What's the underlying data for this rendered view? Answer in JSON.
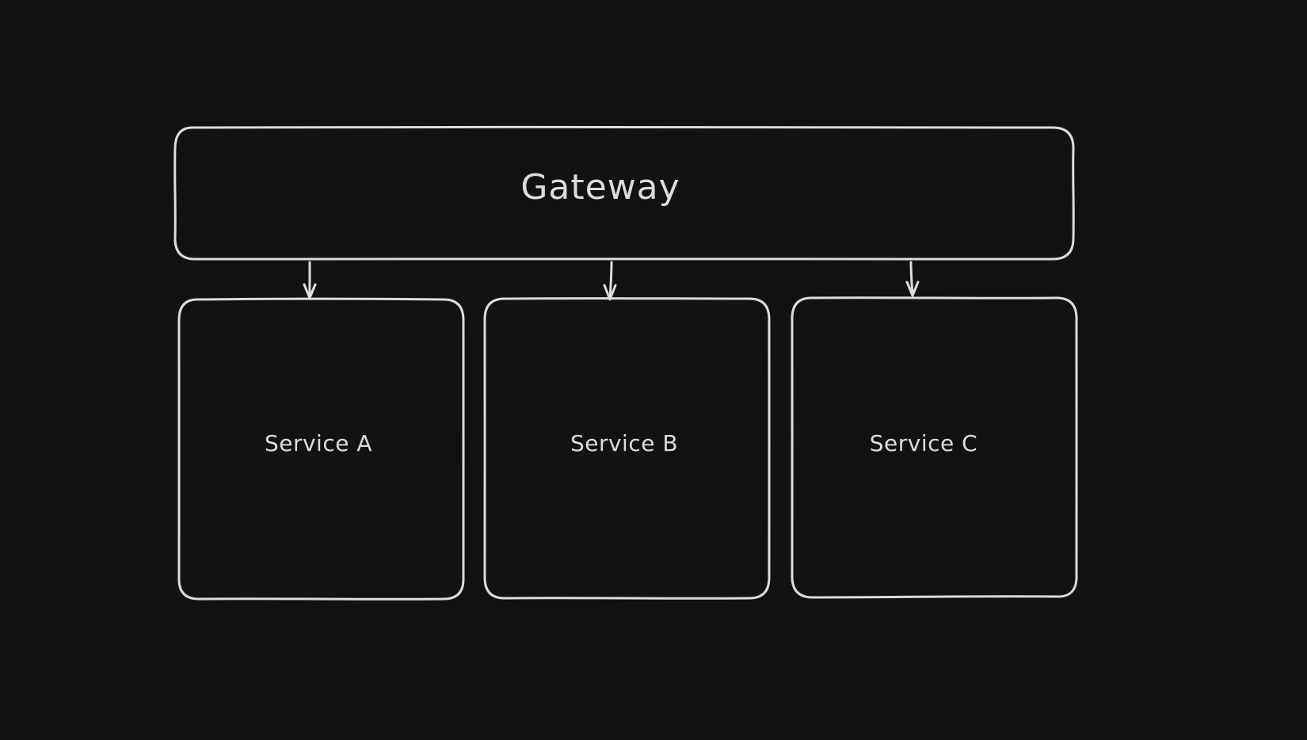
{
  "diagram": {
    "gateway": {
      "label": "Gateway"
    },
    "services": [
      {
        "label": "Service A"
      },
      {
        "label": "Service B"
      },
      {
        "label": "Service C"
      }
    ],
    "edges": [
      {
        "from": "Gateway",
        "to": "Service A"
      },
      {
        "from": "Gateway",
        "to": "Service B"
      },
      {
        "from": "Gateway",
        "to": "Service C"
      }
    ]
  },
  "colors": {
    "background": "#121212",
    "stroke": "#dcdcdc",
    "text": "#dcdcdc"
  }
}
